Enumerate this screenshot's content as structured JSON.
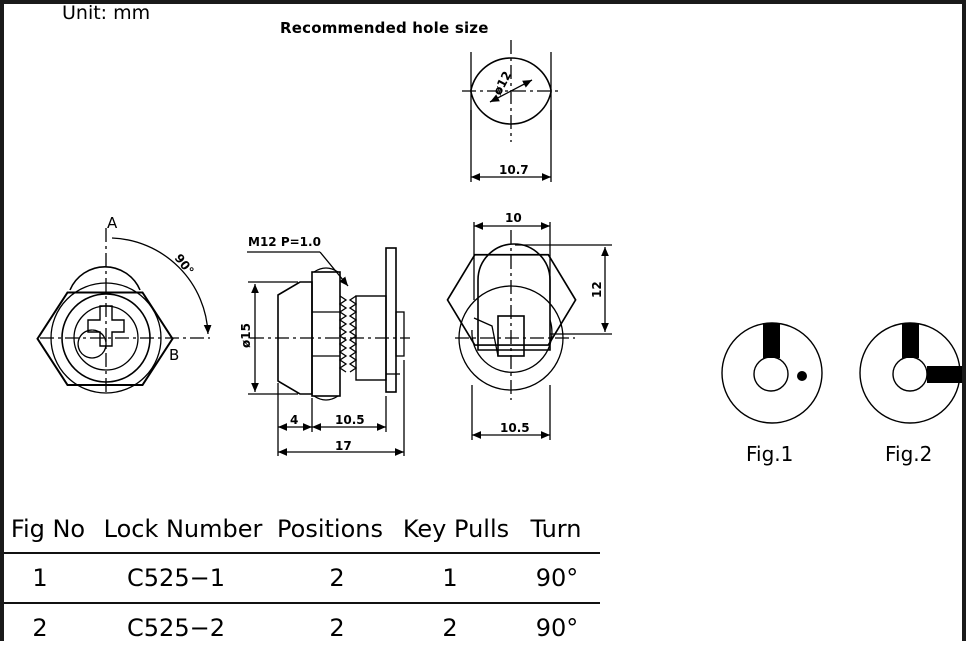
{
  "unit_label": "Unit:  mm",
  "recommended_label": "Recommended  hole  size",
  "dims": {
    "hole_dia": "ø12",
    "hole_flat": "10.7",
    "angle": "90°",
    "label_a": "A",
    "label_b": "B",
    "thread": "M12  P=1.0",
    "body_dia": "ø15",
    "len_4": "4",
    "len_105": "10.5",
    "len_17": "17",
    "width_10": "10",
    "height_12": "12",
    "base_105": "10.5"
  },
  "figures": {
    "fig1_label": "Fig.1",
    "fig2_label": "Fig.2"
  },
  "table": {
    "headers": [
      "Fig  No",
      "Lock  Number",
      "Positions",
      "Key  Pulls",
      "Turn"
    ],
    "rows": [
      [
        "1",
        "C525−1",
        "2",
        "1",
        "90°"
      ],
      [
        "2",
        "C525−2",
        "2",
        "2",
        "90°"
      ]
    ]
  }
}
